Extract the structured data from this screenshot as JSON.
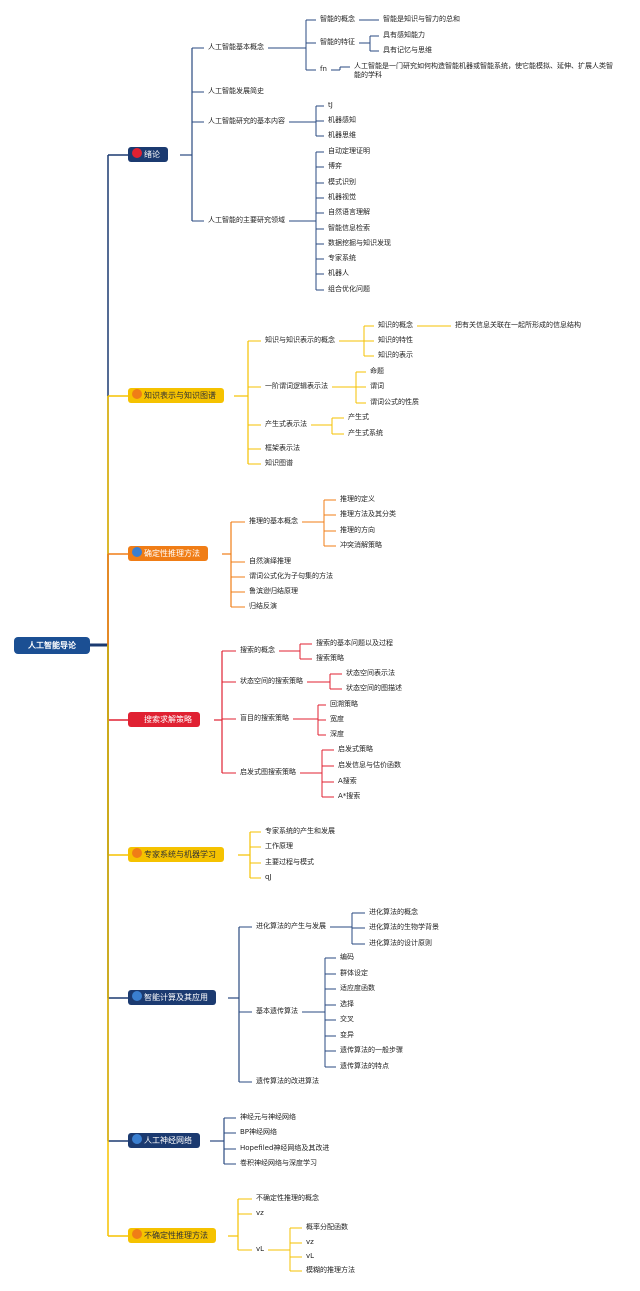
{
  "root": "人工智能导论",
  "colors": {
    "navy": "#1b3a70",
    "orange": "#f07d16",
    "yellow": "#f5c200",
    "red": "#e02132",
    "navy_line": "#2a4a80"
  },
  "branches": [
    {
      "label": "绪论",
      "num_style": "red",
      "fill": "navy",
      "children": [
        {
          "label": "人工智能基本概念",
          "children": [
            {
              "label": "智能的概念",
              "children": [
                {
                  "label": "智能是知识与智力的总和"
                }
              ]
            },
            {
              "label": "智能的特征",
              "children": [
                {
                  "label": "具有感知能力"
                },
                {
                  "label": "具有记忆与思维"
                }
              ]
            },
            {
              "label": "fn",
              "children": [
                {
                  "label": "人工智能是一门研究如何构造智能机器或智能系统，使它能模拟、延伸、扩展人类智能的学科"
                }
              ]
            }
          ]
        },
        {
          "label": "人工智能发展简史"
        },
        {
          "label": "人工智能研究的基本内容",
          "children": [
            {
              "label": "tJ"
            },
            {
              "label": "机器感知"
            },
            {
              "label": "机器思维"
            }
          ]
        },
        {
          "label": "人工智能的主要研究领域",
          "children": [
            {
              "label": "自动定理证明"
            },
            {
              "label": "博弈"
            },
            {
              "label": "模式识别"
            },
            {
              "label": "机器视觉"
            },
            {
              "label": "自然语言理解"
            },
            {
              "label": "智能信息检索"
            },
            {
              "label": "数据挖掘与知识发现"
            },
            {
              "label": "专家系统"
            },
            {
              "label": "机器人"
            },
            {
              "label": "组合优化问题"
            }
          ]
        }
      ]
    },
    {
      "label": "知识表示与知识图谱",
      "fill": "yellow",
      "children": [
        {
          "label": "知识与知识表示的概念",
          "children": [
            {
              "label": "知识的概念",
              "children": [
                {
                  "label": "把有关信息关联在一起所形成的信息结构"
                }
              ]
            },
            {
              "label": "知识的特性"
            },
            {
              "label": "知识的表示"
            }
          ]
        },
        {
          "label": "一阶谓词逻辑表示法",
          "children": [
            {
              "label": "命题"
            },
            {
              "label": "谓词"
            },
            {
              "label": "谓词公式的性质"
            }
          ]
        },
        {
          "label": "产生式表示法",
          "children": [
            {
              "label": "产生式"
            },
            {
              "label": "产生式系统"
            }
          ]
        },
        {
          "label": "框架表示法"
        },
        {
          "label": "知识图谱"
        }
      ]
    },
    {
      "label": "确定性推理方法",
      "fill": "orange",
      "children": [
        {
          "label": "推理的基本概念",
          "children": [
            {
              "label": "推理的定义"
            },
            {
              "label": "推理方法及其分类"
            },
            {
              "label": "推理的方向"
            },
            {
              "label": "冲突消解策略"
            }
          ]
        },
        {
          "label": "自然演绎推理"
        },
        {
          "label": "谓词公式化为子句集的方法"
        },
        {
          "label": "鲁滨逊归结原理"
        },
        {
          "label": "归结反演"
        }
      ]
    },
    {
      "label": "搜索求解策略",
      "fill": "red",
      "children": [
        {
          "label": "搜索的概念",
          "children": [
            {
              "label": "搜索的基本问题以及过程"
            },
            {
              "label": "搜索策略"
            }
          ]
        },
        {
          "label": "状态空间的搜索策略",
          "children": [
            {
              "label": "状态空间表示法"
            },
            {
              "label": "状态空间的图描述"
            }
          ]
        },
        {
          "label": "盲目的搜索策略",
          "children": [
            {
              "label": "回溯策略"
            },
            {
              "label": "宽度"
            },
            {
              "label": "深度"
            }
          ]
        },
        {
          "label": "启发式图搜索策略",
          "children": [
            {
              "label": "启发式策略"
            },
            {
              "label": "启发信息与估价函数"
            },
            {
              "label": "A搜索"
            },
            {
              "label": "A*搜索"
            }
          ]
        }
      ]
    },
    {
      "label": "专家系统与机器学习",
      "fill": "yellow",
      "children": [
        {
          "label": "专家系统的产生和发展"
        },
        {
          "label": "工作原理"
        },
        {
          "label": "主要过程与模式"
        },
        {
          "label": "qJ"
        }
      ]
    },
    {
      "label": "智能计算及其应用",
      "fill": "navy",
      "children": [
        {
          "label": "进化算法的产生与发展",
          "children": [
            {
              "label": "进化算法的概念"
            },
            {
              "label": "进化算法的生物学背景"
            },
            {
              "label": "进化算法的设计原则"
            }
          ]
        },
        {
          "label": "基本遗传算法",
          "children": [
            {
              "label": "编码"
            },
            {
              "label": "群体设定"
            },
            {
              "label": "适应度函数"
            },
            {
              "label": "选择"
            },
            {
              "label": "交叉"
            },
            {
              "label": "变异"
            },
            {
              "label": "遗传算法的一般步骤"
            },
            {
              "label": "遗传算法的特点"
            }
          ]
        },
        {
          "label": "遗传算法的改进算法"
        }
      ]
    },
    {
      "label": "人工神经网络",
      "fill": "navy",
      "children": [
        {
          "label": "神经元与神经网络"
        },
        {
          "label": "BP神经网络"
        },
        {
          "label": "Hopefiled神经网络及其改进"
        },
        {
          "label": "卷积神经网络与深度学习"
        }
      ]
    },
    {
      "label": "不确定性推理方法",
      "fill": "yellow",
      "children": [
        {
          "label": "不确定性推理的概念"
        },
        {
          "label": "vz"
        },
        {
          "label": "vL",
          "children": [
            {
              "label": "概率分配函数"
            },
            {
              "label": "vz"
            },
            {
              "label": "vL"
            },
            {
              "label": "模糊的推理方法"
            }
          ]
        }
      ]
    }
  ]
}
